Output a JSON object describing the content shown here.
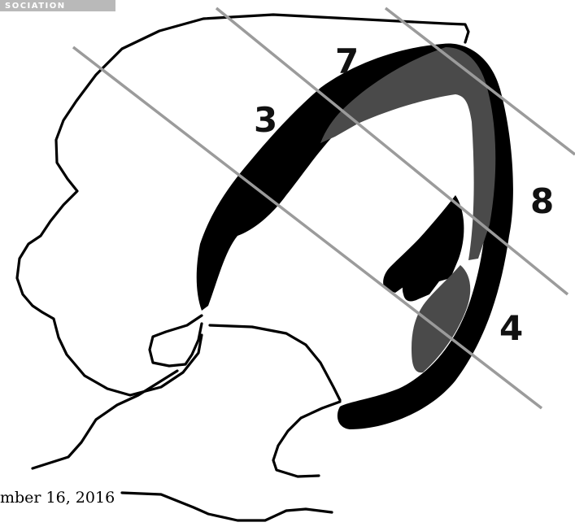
{
  "header_tab": {
    "text": "SOCIATION"
  },
  "labels": {
    "l3": "3",
    "l7": "7",
    "l8": "8",
    "l4": "4"
  },
  "footer": {
    "date_fragment": "mber 16, 2016"
  },
  "colors": {
    "dark_band": "#000000",
    "grey_band": "#4a4a4a",
    "cut_lines": "#9b9b9b",
    "tab": "#b9b9b9"
  }
}
